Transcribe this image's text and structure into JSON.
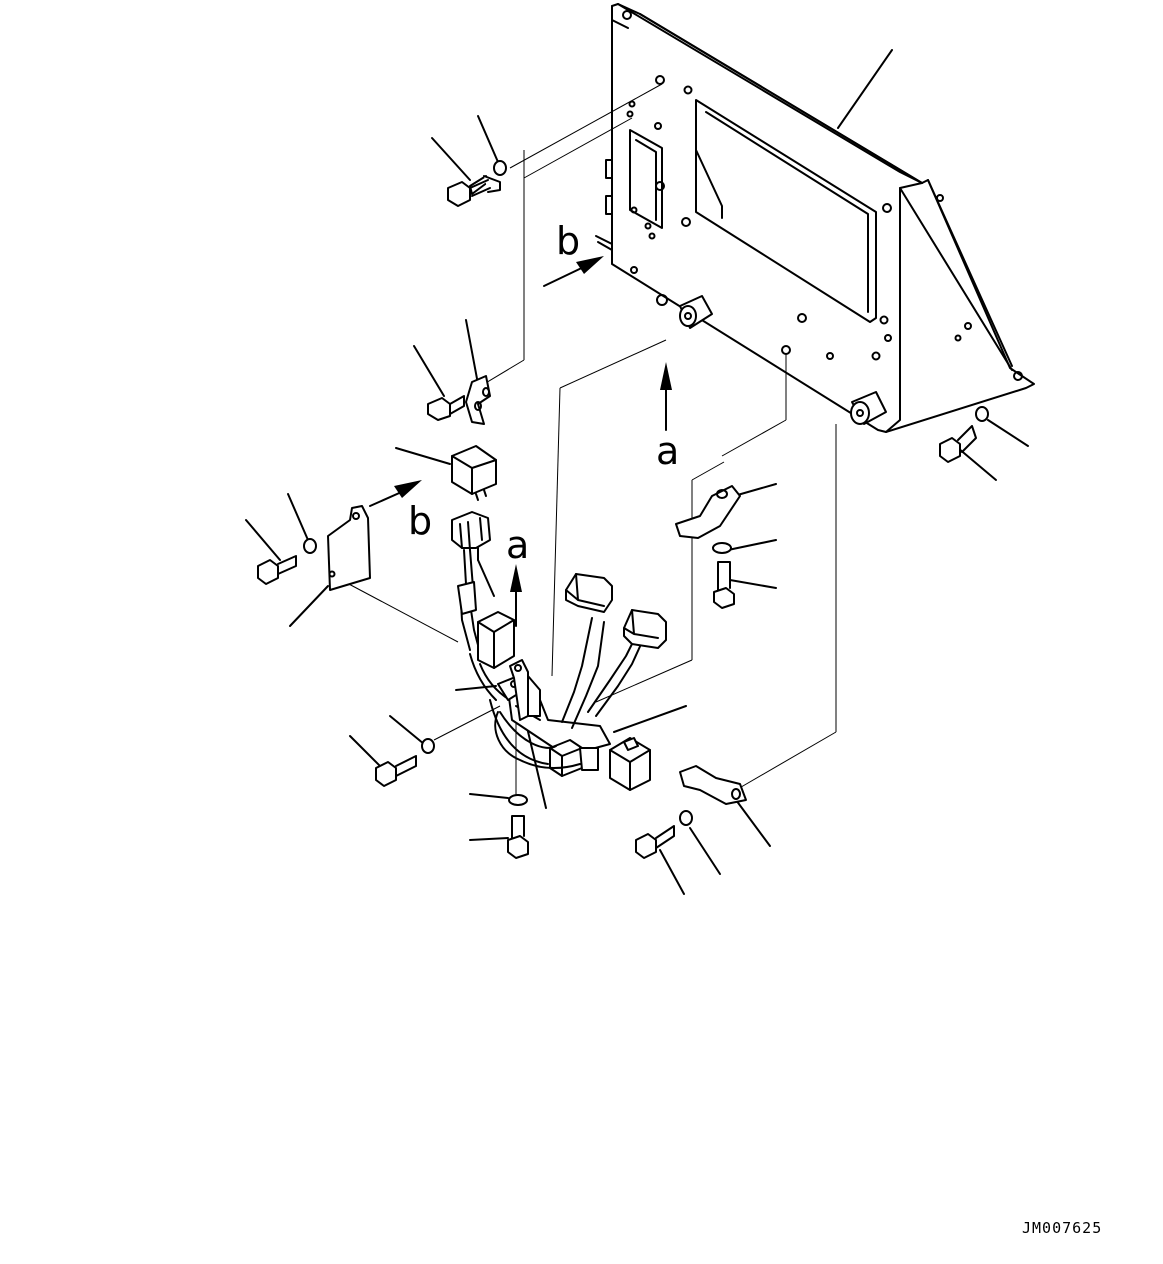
{
  "diagram": {
    "view_labels": {
      "b_upper": "b",
      "b_lower": "b",
      "a_upper": "a",
      "a_lower": "a"
    },
    "drawing_code": "JM007625"
  }
}
